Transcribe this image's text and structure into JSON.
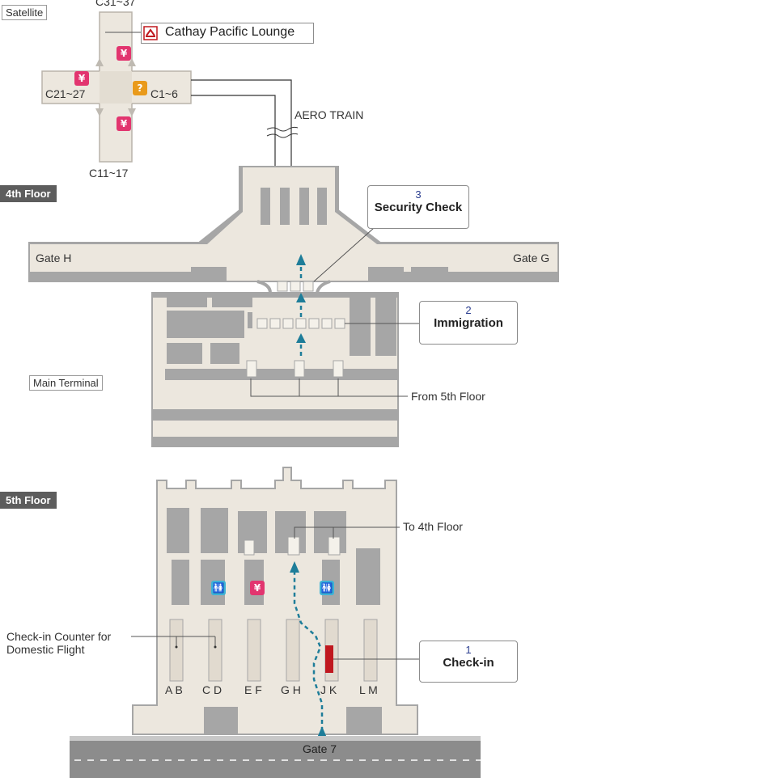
{
  "sections": {
    "satellite": "Satellite",
    "fourth_floor": "4th Floor",
    "main_terminal": "Main Terminal",
    "fifth_floor": "5th Floor"
  },
  "satellite": {
    "gate_top": "C31~37",
    "gate_left": "C21~27",
    "gate_right": "C1~6",
    "gate_bottom": "C11~17",
    "lounge": "Cathay Pacific Lounge",
    "aero_train": "AERO TRAIN"
  },
  "fourth_floor": {
    "gate_left": "Gate H",
    "gate_right": "Gate G",
    "from_fifth": "From 5th Floor"
  },
  "fifth_floor": {
    "to_fourth": "To 4th Floor",
    "domestic_counter": [
      "Check-in Counter for",
      "Domestic Flight"
    ],
    "counters": [
      "A B",
      "C D",
      "E F",
      "G H",
      "J K",
      "L M"
    ],
    "gate": "Gate 7"
  },
  "steps": [
    {
      "num": "1",
      "title": "Check-in"
    },
    {
      "num": "2",
      "title": "Immigration"
    },
    {
      "num": "3",
      "title": "Security Check"
    }
  ],
  "icons": {
    "yen": "¥",
    "info": "?",
    "restroom": "🚻"
  },
  "colors": {
    "floor_fill": "#ece7de",
    "block": "#a6a6a6",
    "route": "#1e7d99",
    "checkin_marker": "#c0181f",
    "road": "#8c8c8c"
  }
}
